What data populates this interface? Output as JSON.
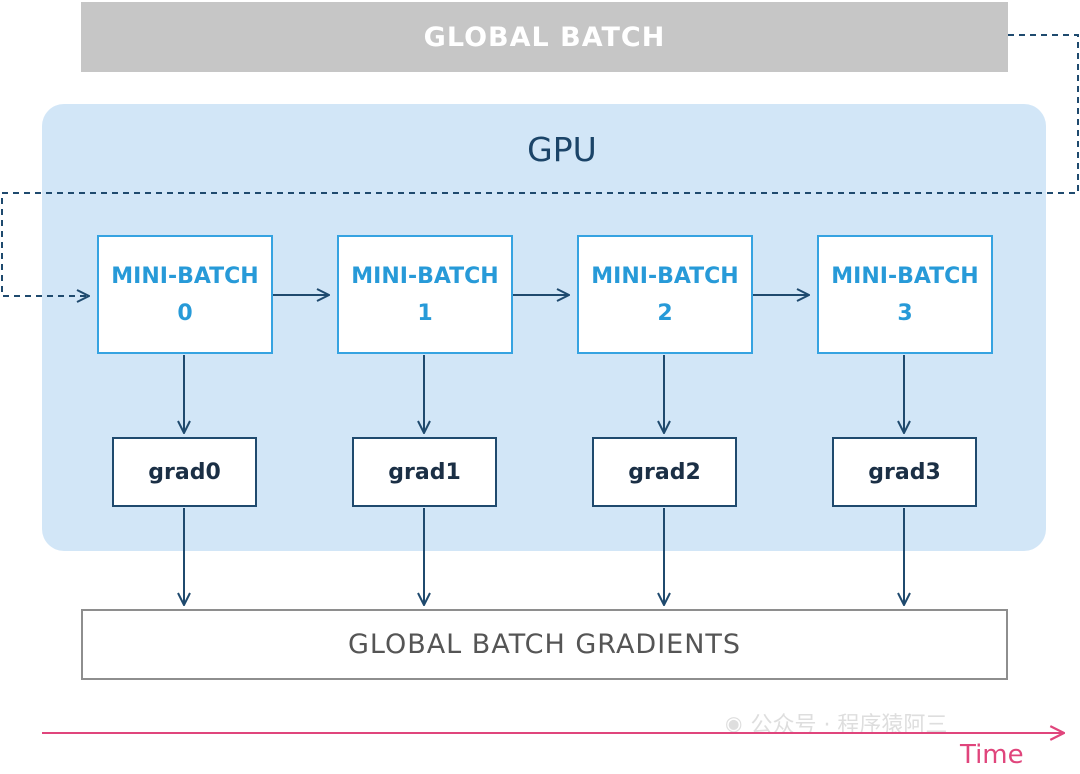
{
  "global_batch": {
    "label": "GLOBAL BATCH"
  },
  "gpu": {
    "title": "GPU"
  },
  "mini_batches": [
    {
      "label": "MINI-BATCH",
      "index": "0"
    },
    {
      "label": "MINI-BATCH",
      "index": "1"
    },
    {
      "label": "MINI-BATCH",
      "index": "2"
    },
    {
      "label": "MINI-BATCH",
      "index": "3"
    }
  ],
  "grads": [
    {
      "label": "grad0"
    },
    {
      "label": "grad1"
    },
    {
      "label": "grad2"
    },
    {
      "label": "grad3"
    }
  ],
  "global_batch_gradients": {
    "label": "GLOBAL BATCH GRADIENTS"
  },
  "time_axis": {
    "label": "Time"
  },
  "watermark": {
    "text": "公众号 · 程序猿阿三"
  },
  "colors": {
    "global_batch_fill": "#c6c6c6",
    "gpu_panel": "#d2e6f7",
    "mini_batch_border": "#36a3e1",
    "grad_border": "#1f4a6e",
    "connector": "#1f4a6e",
    "time_axis": "#e0457c"
  }
}
